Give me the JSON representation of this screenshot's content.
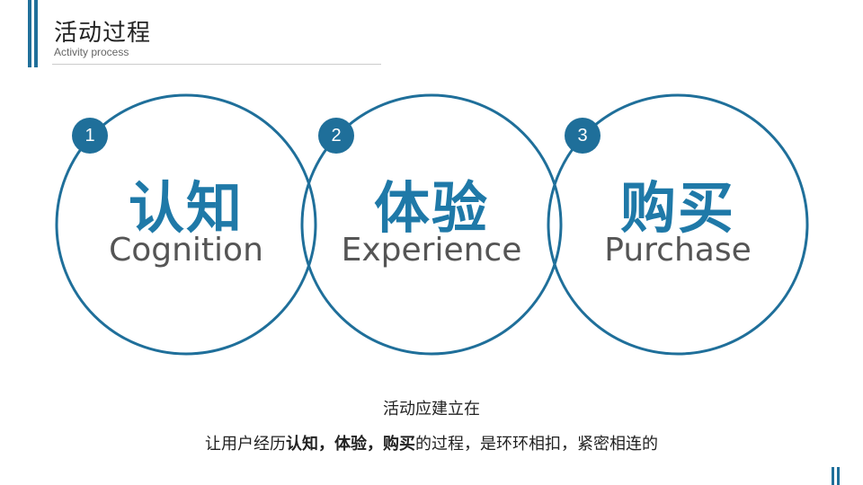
{
  "header": {
    "title": "活动过程",
    "subtitle": "Activity process"
  },
  "stages": [
    {
      "number": "1",
      "cn": "认知",
      "en": "Cognition"
    },
    {
      "number": "2",
      "cn": "体验",
      "en": "Experience"
    },
    {
      "number": "3",
      "cn": "购买",
      "en": "Purchase"
    }
  ],
  "caption": {
    "line1": "活动应建立在",
    "prefix": "让用户经历",
    "bold1": "认知",
    "sep1": "，",
    "bold2": "体验",
    "sep2": "，",
    "bold3": "购买",
    "suffix": "的过程，是环环相扣，紧密相连的"
  },
  "colors": {
    "accent": "#1f6f9a",
    "circle_stroke": "#1f6f9a",
    "cn_text": "#1f79a8"
  }
}
